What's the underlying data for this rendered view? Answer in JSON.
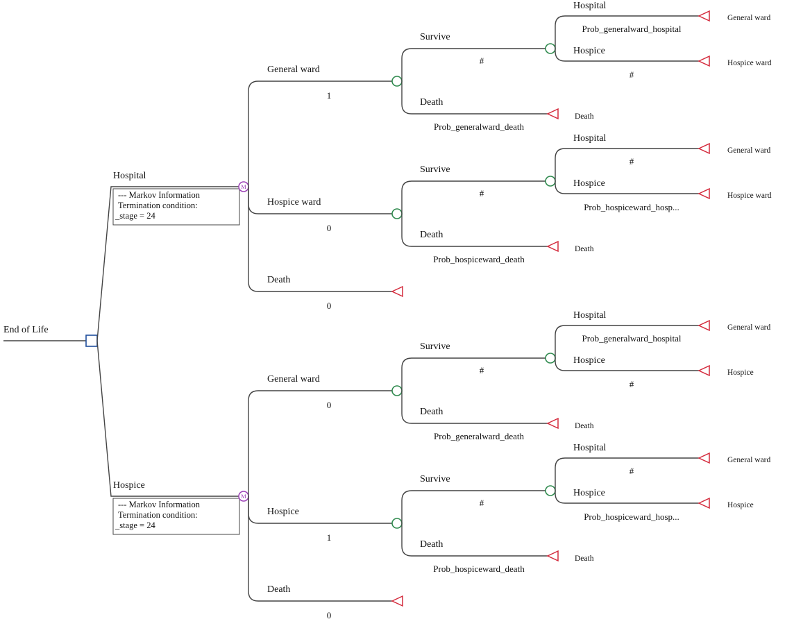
{
  "root": {
    "label": "End of Life"
  },
  "colors": {
    "decision_node": "#1f4e9c",
    "markov_node": "#9b3fb6",
    "chance_node": "#2f8a4e",
    "terminal_node": "#d42a3c",
    "line": "#444444"
  },
  "icons": {
    "decision_node": "square-decision-icon",
    "markov_node": "circle-m-markov-icon",
    "chance_node": "circle-chance-icon",
    "terminal_node": "triangle-terminal-icon"
  },
  "markov_node_letter": "M",
  "strategies": [
    {
      "label": "Hospital",
      "info": [
        "--- Markov Information",
        "Termination condition:",
        "_stage = 24"
      ],
      "states": [
        {
          "label": "General ward",
          "prob": "1",
          "survive": {
            "label": "Survive",
            "prob": "#",
            "outcomes": [
              {
                "label": "Hospital",
                "prob": "Prob_generalward_hospital",
                "terminal": "General ward"
              },
              {
                "label": "Hospice",
                "prob": "#",
                "terminal": "Hospice ward"
              }
            ]
          },
          "death": {
            "label": "Death",
            "prob": "Prob_generalward_death",
            "terminal": "Death"
          }
        },
        {
          "label": "Hospice ward",
          "prob": "0",
          "survive": {
            "label": "Survive",
            "prob": "#",
            "outcomes": [
              {
                "label": "Hospital",
                "prob": "#",
                "terminal": "General ward"
              },
              {
                "label": "Hospice",
                "prob": "Prob_hospiceward_hosp...",
                "terminal": "Hospice ward"
              }
            ]
          },
          "death": {
            "label": "Death",
            "prob": "Prob_hospiceward_death",
            "terminal": "Death"
          }
        },
        {
          "label": "Death",
          "prob": "0"
        }
      ]
    },
    {
      "label": "Hospice",
      "info": [
        "--- Markov Information",
        "Termination condition:",
        "_stage = 24"
      ],
      "states": [
        {
          "label": "General ward",
          "prob": "0",
          "survive": {
            "label": "Survive",
            "prob": "#",
            "outcomes": [
              {
                "label": "Hospital",
                "prob": "Prob_generalward_hospital",
                "terminal": "General ward"
              },
              {
                "label": "Hospice",
                "prob": "#",
                "terminal": "Hospice"
              }
            ]
          },
          "death": {
            "label": "Death",
            "prob": "Prob_generalward_death",
            "terminal": "Death"
          }
        },
        {
          "label": "Hospice",
          "prob": "1",
          "survive": {
            "label": "Survive",
            "prob": "#",
            "outcomes": [
              {
                "label": "Hospital",
                "prob": "#",
                "terminal": "General ward"
              },
              {
                "label": "Hospice",
                "prob": "Prob_hospiceward_hosp...",
                "terminal": "Hospice"
              }
            ]
          },
          "death": {
            "label": "Death",
            "prob": "Prob_hospiceward_death",
            "terminal": "Death"
          }
        },
        {
          "label": "Death",
          "prob": "0"
        }
      ]
    }
  ]
}
